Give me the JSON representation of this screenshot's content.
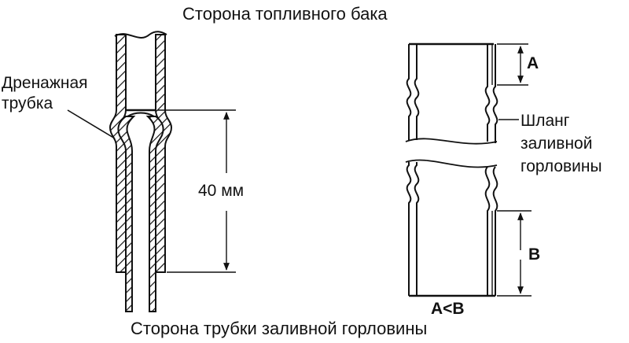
{
  "labels": {
    "top_title": "Сторона топливного бака",
    "bottom_title": "Сторона трубки заливной горловины",
    "drain_tube_line1": "Дренажная",
    "drain_tube_line2": "трубка",
    "dimension_40": "40 мм",
    "hose_line1": "Шланг",
    "hose_line2": "заливной",
    "hose_line3": "горловины",
    "dim_a": "A",
    "dim_b": "B",
    "relation": "A<B"
  },
  "colors": {
    "ink": "#111111",
    "background": "#ffffff"
  }
}
